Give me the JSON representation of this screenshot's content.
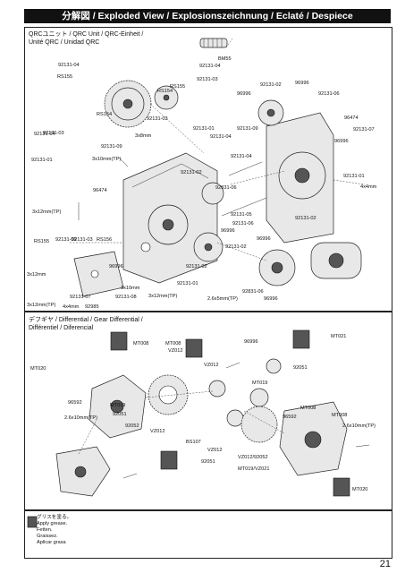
{
  "header": {
    "title": "分解図 / Exploded View / Explosionszeichnung / Eclaté / Despiece"
  },
  "sections": {
    "qrc": {
      "label_lines": [
        "QRCユニット / QRC Unit / QRC-Einheit /",
        "Unité QRC / Unidad QRC"
      ]
    },
    "diff": {
      "label_lines": [
        "デフギヤ / Differential / Gear Differential /",
        "Différentiel / Diferencial"
      ]
    }
  },
  "legend": {
    "lines": [
      "グリスを塗る。",
      "Apply grease.",
      "Fetten.",
      "Graissez.",
      "Aplicar grasa"
    ]
  },
  "page_number": "21",
  "qrc_labels": [
    "92131-04",
    "RS155",
    "92131-03",
    "RS154",
    "92131-03",
    "92131-04",
    "RS154",
    "92131-09",
    "3x10mm(TP)",
    "3x8mm",
    "92131-01",
    "96474",
    "3x12mm(TP)",
    "RS155",
    "92131-03",
    "BM55",
    "92131-04",
    "92131-03",
    "RS155",
    "96996",
    "92131-02",
    "96996",
    "92131-06",
    "92131-01",
    "92131-04",
    "92131-09",
    "92131-02",
    "92131-04",
    "92831-06",
    "96474",
    "96996",
    "92131-07",
    "92131-01",
    "4x4mm",
    "92131-05",
    "92131-06",
    "96996",
    "92131-02",
    "92131-02",
    "92131-02",
    "96996",
    "3x10mm",
    "92131-01",
    "3x12mm(TP)",
    "92131-07",
    "92131-08",
    "92985",
    "92131-09",
    "96996",
    "92831-06",
    "2.6x5mm(TP)",
    "96996",
    "3x12mm",
    "3x12mm(TP)",
    "4x4mm",
    "RS156"
  ],
  "diff_labels": [
    "MT020",
    "MT008",
    "MT008",
    "VZ012",
    "96996",
    "MT021",
    "VZ012",
    "MT019",
    "92051",
    "96592",
    "MT019",
    "92051",
    "2.6x10mm(TP)",
    "92052",
    "VZ012",
    "BS107",
    "VZ012",
    "92051",
    "96592",
    "MT008",
    "MT008",
    "2.6x10mm(TP)",
    "VZ012/92052",
    "MT019/VZ021",
    "MT020"
  ]
}
